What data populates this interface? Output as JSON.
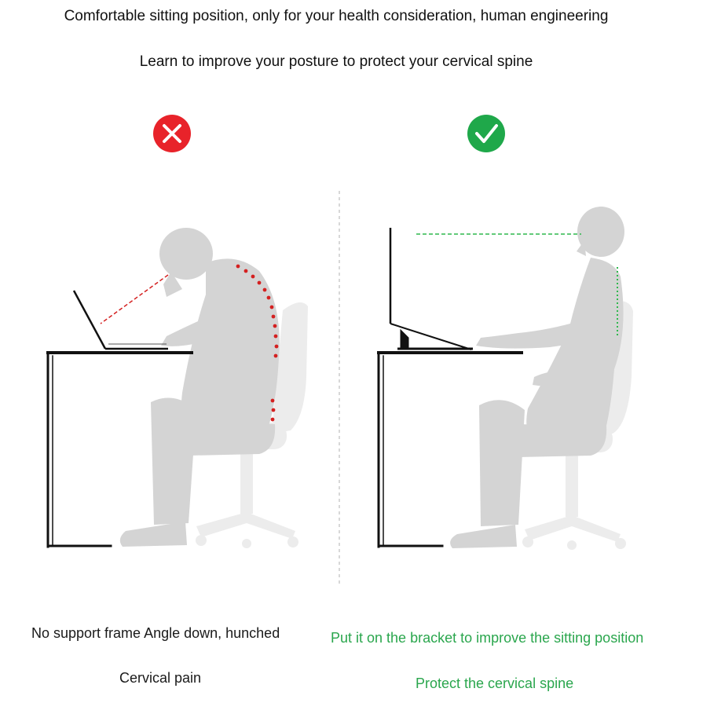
{
  "header": {
    "title": "Comfortable sitting position, only for your health consideration, human engineering",
    "subtitle": "Learn to improve your posture to protect your cervical spine"
  },
  "left": {
    "icon": "cross-icon",
    "caption_line1": "No support frame Angle down, hunched",
    "caption_line2": "Cervical pain"
  },
  "right": {
    "icon": "check-icon",
    "caption_line1": "Put it on the bracket to improve the sitting position",
    "caption_line2": "Protect the cervical spine"
  },
  "colors": {
    "bad": "#e8232a",
    "good": "#1fa84a",
    "good_text": "#2aa64d",
    "figure": "#d4d4d4",
    "chair": "#ececec",
    "line": "#111111"
  }
}
